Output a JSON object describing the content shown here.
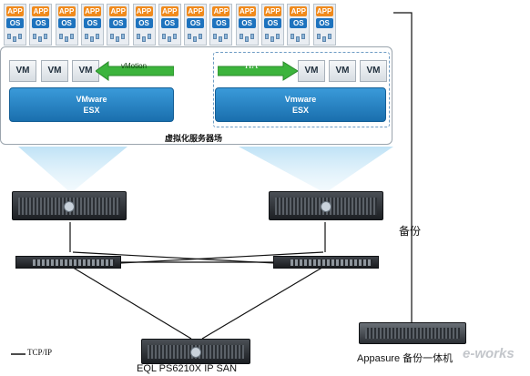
{
  "app_tile": {
    "app_label": "APP",
    "os_label": "OS",
    "count": 13
  },
  "cluster": {
    "label": "虚拟化服务器场",
    "vm_label": "VM",
    "left_esx": {
      "line1": "VMware",
      "line2": "ESX"
    },
    "right_esx": {
      "line1": "Vmware",
      "line2": "ESX"
    },
    "vmotion_label": "vMotion",
    "ha_label": "HA"
  },
  "backup_label": "备份",
  "legend": {
    "line_label": "TCP/IP"
  },
  "san_label": "EQL PS6210X IP SAN",
  "appasure_label": "Appasure 备份一体机",
  "watermark": "e-works",
  "colors": {
    "app": "#f08a1c",
    "os": "#1e73be",
    "esx": "#1a6fae",
    "arrow": "#3cb43c"
  }
}
